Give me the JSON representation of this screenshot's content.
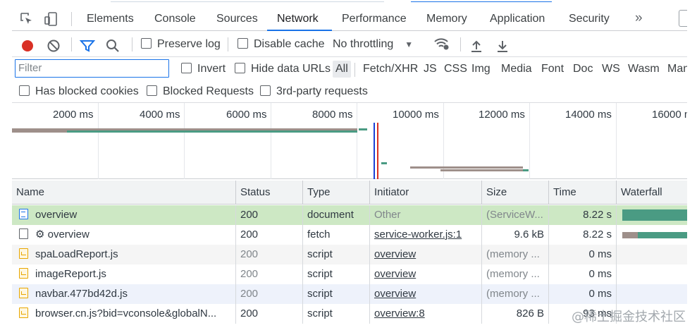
{
  "tabs": {
    "items": [
      "Elements",
      "Console",
      "Sources",
      "Network",
      "Performance",
      "Memory",
      "Application",
      "Security"
    ],
    "active": "Network",
    "more": "»"
  },
  "toolbar": {
    "preserve_log": "Preserve log",
    "disable_cache": "Disable cache",
    "throttling": "No throttling",
    "throttling_arrow": "▼"
  },
  "filter": {
    "placeholder": "Filter",
    "invert": "Invert",
    "hide_data_urls": "Hide data URLs",
    "types": [
      "All",
      "Fetch/XHR",
      "JS",
      "CSS",
      "Img",
      "Media",
      "Font",
      "Doc",
      "WS",
      "Wasm",
      "Man"
    ]
  },
  "blocked": {
    "has_blocked_cookies": "Has blocked cookies",
    "blocked_requests": "Blocked Requests",
    "third_party": "3rd-party requests"
  },
  "overview": {
    "ticks": [
      "2000 ms",
      "4000 ms",
      "6000 ms",
      "8000 ms",
      "10000 ms",
      "12000 ms",
      "14000 ms",
      "16000 ms"
    ]
  },
  "table": {
    "columns": [
      "Name",
      "Status",
      "Type",
      "Initiator",
      "Size",
      "Time",
      "Waterfall"
    ],
    "rows": [
      {
        "name": "overview",
        "status": "200",
        "type": "document",
        "initiator": "Other",
        "size": "(ServiceW...",
        "time": "8.22 s"
      },
      {
        "name": "⚙ overview",
        "status": "200",
        "type": "fetch",
        "initiator": "service-worker.js:1",
        "size": "9.6 kB",
        "time": "8.22 s"
      },
      {
        "name": "spaLoadReport.js",
        "status": "200",
        "type": "script",
        "initiator": "overview",
        "size": "(memory ...",
        "time": "0 ms"
      },
      {
        "name": "imageReport.js",
        "status": "200",
        "type": "script",
        "initiator": "overview",
        "size": "(memory ...",
        "time": "0 ms"
      },
      {
        "name": "navbar.477bd42d.js",
        "status": "200",
        "type": "script",
        "initiator": "overview",
        "size": "(memory ...",
        "time": "0 ms"
      },
      {
        "name": "browser.cn.js?bid=vconsole&globalN...",
        "status": "200",
        "type": "script",
        "initiator": "overview:8",
        "size": "826 B",
        "time": "93 ms"
      }
    ]
  },
  "watermark": "@稀土掘金技术社区",
  "colors": {
    "accent": "#1a73e8",
    "record_red": "#d93025",
    "selected_row": "#cde8c4",
    "waterfall_green": "#4a9b83",
    "waterfall_grey": "#9e8f8a"
  }
}
